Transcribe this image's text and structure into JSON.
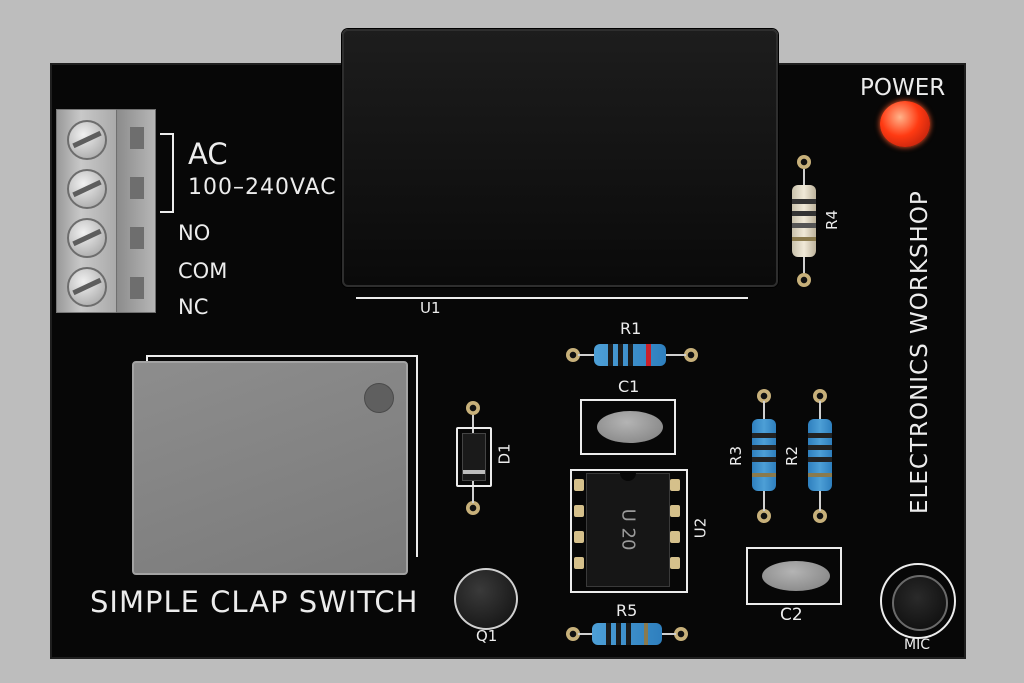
{
  "board": {
    "title": "SIMPLE CLAP SWITCH",
    "brand": "ELECTRONICS WORKSHOP",
    "power_label": "POWER",
    "mic_label": "MIC"
  },
  "terminal": {
    "group_label": "AC",
    "voltage_label": "100–240VAC",
    "no_label": "NO",
    "com_label": "COM",
    "nc_label": "NC"
  },
  "components": {
    "u1": "U1",
    "u2": "U2",
    "u2_marking": "U 20",
    "r1": "R1",
    "r2": "R2",
    "r3": "R3",
    "r4": "R4",
    "r5": "R5",
    "c1": "C1",
    "c2": "C2",
    "d1": "D1",
    "q1": "Q1"
  },
  "colors": {
    "pcb": "#070707",
    "silkscreen": "#ececec",
    "led": "#ff3a12",
    "resistor_body": "#3a8fcc"
  }
}
